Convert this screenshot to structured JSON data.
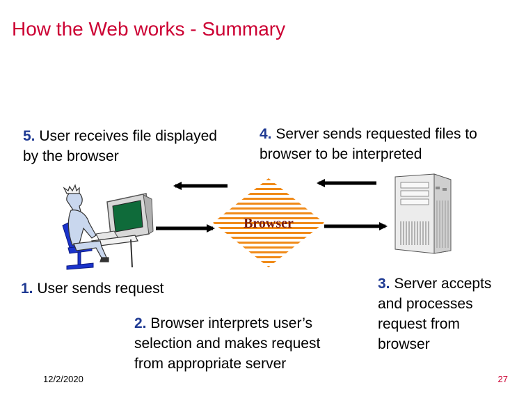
{
  "slide": {
    "title": "How the Web works - Summary",
    "date": "12/2/2020",
    "page_number": "27"
  },
  "steps": [
    {
      "num": "1.",
      "text": "User sends request"
    },
    {
      "num": "2.",
      "text": "Browser interprets user’s selection and makes request from appropriate server"
    },
    {
      "num": "3.",
      "text": "Server accepts and processes request from browser"
    },
    {
      "num": "4.",
      "text": "Server sends requested files to browser to be interpreted"
    },
    {
      "num": "5.",
      "text": "User receives file displayed by the browser"
    }
  ],
  "browser_label": "Browser",
  "colors": {
    "title": "#cc0033",
    "step_number": "#1f3a93",
    "browser_stripe": "#f08a18",
    "browser_text": "#7a1c10",
    "page_number": "#cc0033"
  }
}
